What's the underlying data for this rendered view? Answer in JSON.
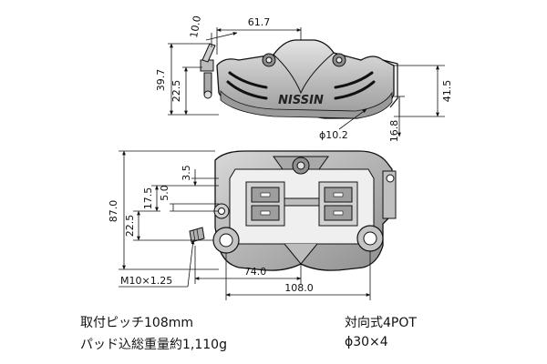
{
  "dimensions": {
    "mount_pitch": "108.0",
    "offset_74": "74.0",
    "top_width": "61.7",
    "top_10": "10.0",
    "height_39_7": "39.7",
    "height_22_5_top": "22.5",
    "height_41_5": "41.5",
    "height_16_8": "16.8",
    "phi_10_2": "ϕ10.2",
    "height_87": "87.0",
    "height_17_5": "17.5",
    "height_5": "5.0",
    "height_3_5": "3.5",
    "height_22_5_front": "22.5",
    "bolt_thread": "M10×1.25"
  },
  "logo_text": "NISSIN",
  "specs": {
    "mount_pitch_line": "取付ピッチ108mm",
    "weight_line": "パッド込総重量約1,110g",
    "type_line": "対向式4POT",
    "piston_line": "ϕ30×4"
  },
  "colors": {
    "line": "#111111",
    "body_fill": "#c9c9c9",
    "body_shade": "#8a8a8a",
    "highlight": "#ececec"
  }
}
